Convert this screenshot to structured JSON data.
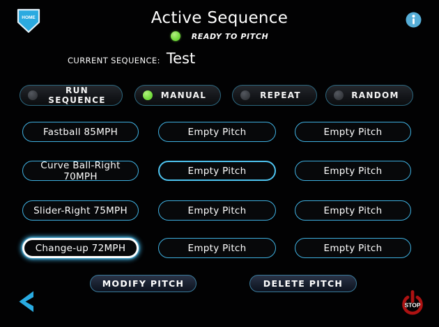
{
  "header": {
    "home_label": "HOME",
    "title": "Active Sequence",
    "status_label": "READY TO PITCH",
    "current_sequence_label": "CURRENT SEQUENCE:",
    "current_sequence_value": "Test"
  },
  "modes": [
    {
      "label": "RUN SEQUENCE",
      "state": "off"
    },
    {
      "label": "MANUAL",
      "state": "on"
    },
    {
      "label": "REPEAT",
      "state": "off"
    },
    {
      "label": "RANDOM",
      "state": "off"
    }
  ],
  "grid": {
    "rows": [
      [
        {
          "label": "Fastball 85MPH",
          "state": "normal"
        },
        {
          "label": "Empty Pitch",
          "state": "normal"
        },
        {
          "label": "Empty Pitch",
          "state": "normal"
        }
      ],
      [
        {
          "label": "Curve Ball-Right 70MPH",
          "state": "normal"
        },
        {
          "label": "Empty Pitch",
          "state": "highlighted"
        },
        {
          "label": "Empty Pitch",
          "state": "normal"
        }
      ],
      [
        {
          "label": "Slider-Right 75MPH",
          "state": "normal"
        },
        {
          "label": "Empty Pitch",
          "state": "normal"
        },
        {
          "label": "Empty Pitch",
          "state": "normal"
        }
      ],
      [
        {
          "label": "Change-up 72MPH",
          "state": "selected"
        },
        {
          "label": "Empty Pitch",
          "state": "normal"
        },
        {
          "label": "Empty Pitch",
          "state": "normal"
        }
      ]
    ]
  },
  "actions": {
    "modify_label": "MODIFY PITCH",
    "delete_label": "DELETE PITCH"
  },
  "footer": {
    "stop_label": "STOP"
  },
  "icons": {
    "home": "home-plate-icon",
    "info": "info-icon",
    "back": "back-chevron-icon",
    "power": "power-stop-icon"
  },
  "colors": {
    "background": "#020203",
    "accent_blue": "#3fb0e0",
    "pill_border": "#2d6880",
    "ready_green": "#72d93c",
    "stop_red": "#ad1212",
    "text": "#ffffff"
  }
}
